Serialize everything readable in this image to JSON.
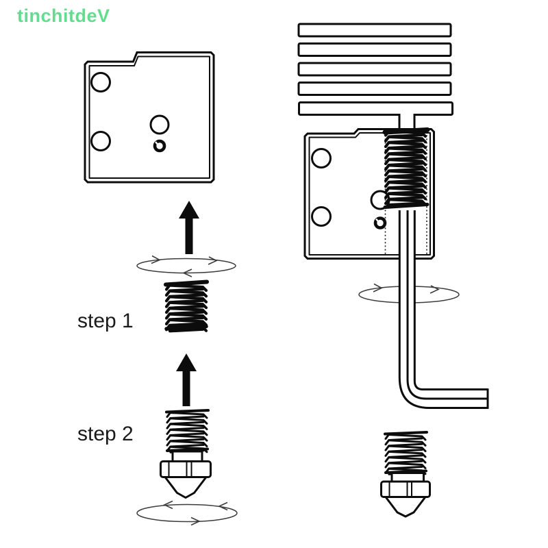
{
  "watermark": {
    "text": "tinchitdeV",
    "color": "#64dc8f"
  },
  "steps": [
    {
      "label": "step 1"
    },
    {
      "label": "step 2"
    }
  ],
  "colors": {
    "background": "#ffffff",
    "line_art": "#0c0c0c",
    "rotation_arrows": "#3c3c3c",
    "watermark": "#64dc8f"
  },
  "parts": {
    "left_column": [
      "heater-block-icon",
      "up-arrow-icon",
      "rotation-ellipse-icon",
      "threaded-heatbreak-tube-icon",
      "up-arrow-icon",
      "nozzle-icon",
      "rotation-ellipse-icon"
    ],
    "right_column": [
      "heatsink-fins-icon",
      "heater-block-with-heatbreak-icon",
      "hex-allen-key-icon",
      "rotation-ellipse-icon",
      "nozzle-icon"
    ]
  }
}
